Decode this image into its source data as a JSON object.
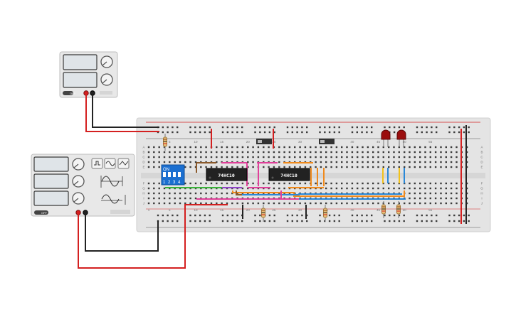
{
  "colors": {
    "canvas": "#ffffff",
    "breadboard": "#e4e4e4",
    "hole": "#3a3a3a",
    "rail_red": "#d32020",
    "rail_dark": "#222222",
    "wire_red": "#d42020",
    "wire_black": "#222222",
    "wire_brown": "#8b5a2b",
    "wire_pink": "#e0409a",
    "wire_orange": "#f08a1c",
    "wire_green": "#3bb33b",
    "wire_blue": "#2a88d8",
    "wire_yellow": "#f2c21b",
    "wire_purple": "#9046c8",
    "dip_switch": "#1b6fd0",
    "chip": "#222222",
    "led": "#9b0e0e",
    "instrument_body": "#e8e8e8",
    "lcd": "#dfe4e8"
  },
  "breadboard": {
    "row_labels_top": [
      "A",
      "B",
      "C",
      "D",
      "E"
    ],
    "row_labels_bottom": [
      "F",
      "G",
      "H",
      "I",
      "J"
    ],
    "column_numbers_top": [
      "5",
      "10",
      "15",
      "20",
      "25",
      "30",
      "35",
      "40",
      "45",
      "50",
      "55"
    ],
    "column_numbers_bottom": [
      "1",
      "5",
      "10",
      "15",
      "20",
      "25",
      "30",
      "35",
      "40",
      "45",
      "50",
      "55"
    ]
  },
  "components": {
    "chip_1_label": "74HC10",
    "chip_2_label": "74HC10",
    "dip_switch_on_label": "ON",
    "dip_switch_numbers": [
      "1",
      "2",
      "3",
      "4"
    ]
  },
  "power_supply": {
    "icon": "power-supply-icon",
    "off_label": "OFF"
  },
  "function_generator": {
    "icon": "function-generator-icon",
    "off_label": "OFF",
    "waveforms": [
      "square-wave-icon",
      "sine-wave-icon",
      "triangle-wave-icon"
    ]
  }
}
